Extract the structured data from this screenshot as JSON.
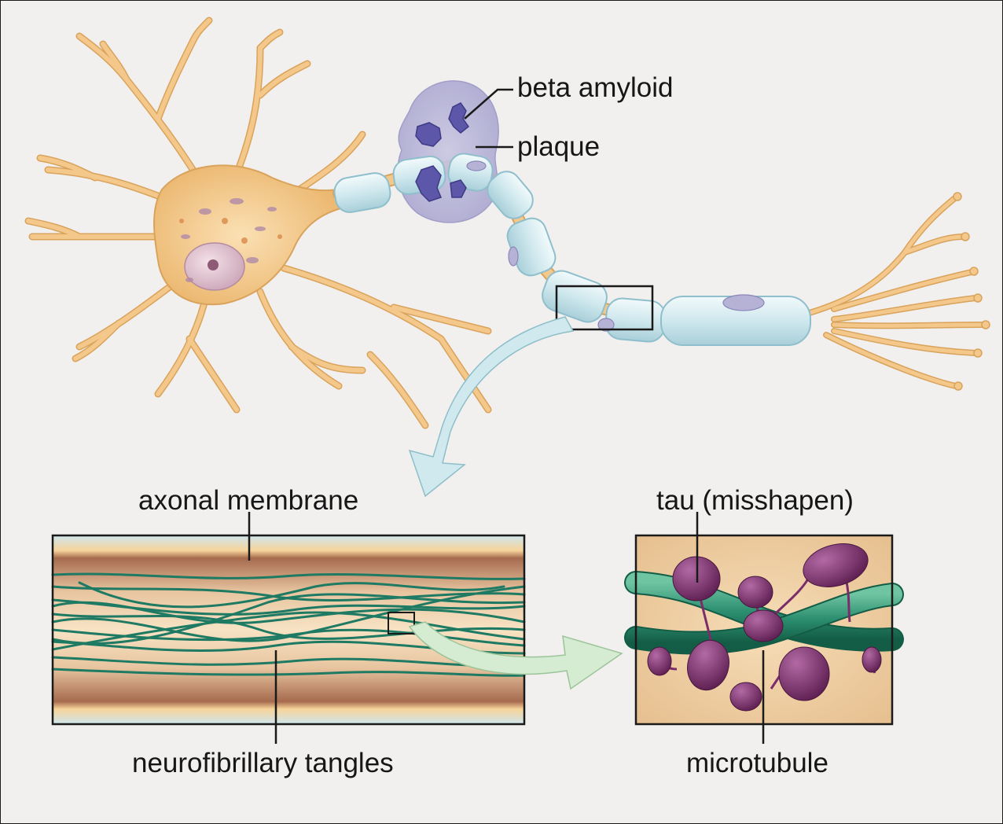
{
  "labels": {
    "beta_amyloid": "beta amyloid",
    "plaque": "plaque",
    "axonal_membrane": "axonal membrane",
    "tau": "tau (misshapen)",
    "neurofibrillary_tangles": "neurofibrillary tangles",
    "microtubule": "microtubule"
  },
  "colors": {
    "neuron": "#f3c88a",
    "neuron_outline": "#d9a35c",
    "myelin": "#d8eef2",
    "plaque": "#b9b6d8",
    "beta_amyloid": "#5c57a8",
    "fiber": "#1f7a63",
    "tau": "#7b2c6a",
    "arrow_blue": "#cfe9ee",
    "arrow_green": "#d6ecd2"
  }
}
